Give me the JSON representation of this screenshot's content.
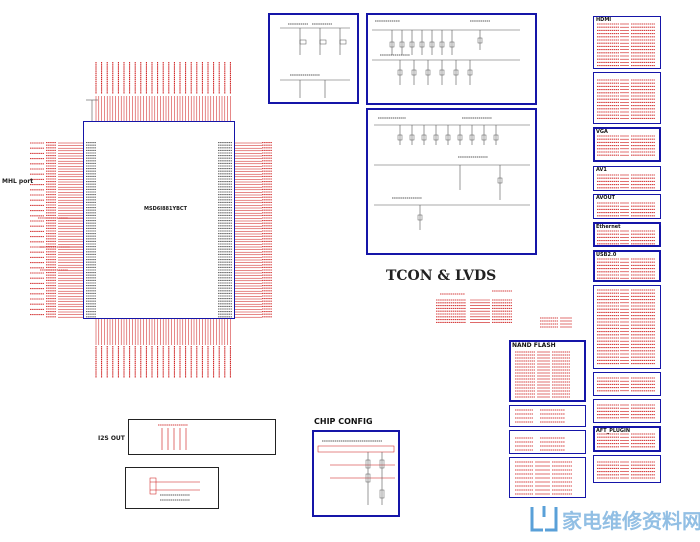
{
  "chip": {
    "part_number": "MSD6I881YBCT"
  },
  "left_labels": {
    "port": "MHL port"
  },
  "center": {
    "tcon_title": "TCON & LVDS",
    "i2s_label": "I2S OUT",
    "chip_config_title": "CHIP CONFIG"
  },
  "right_sections": {
    "nand": "NAND FLASH",
    "vga": "VGA",
    "ethernet": "Ethernet",
    "usb": "USB2.0",
    "av1": "AV1",
    "avout": "AVOUT",
    "aft_plugin": "AFT_PLUGIN",
    "hdmi": "HDMI"
  },
  "watermark": {
    "text": "家电维修资料网"
  },
  "colors": {
    "schematic_red": "#cc1111",
    "box_blue": "#1515a8",
    "wire_gray": "#555555"
  }
}
